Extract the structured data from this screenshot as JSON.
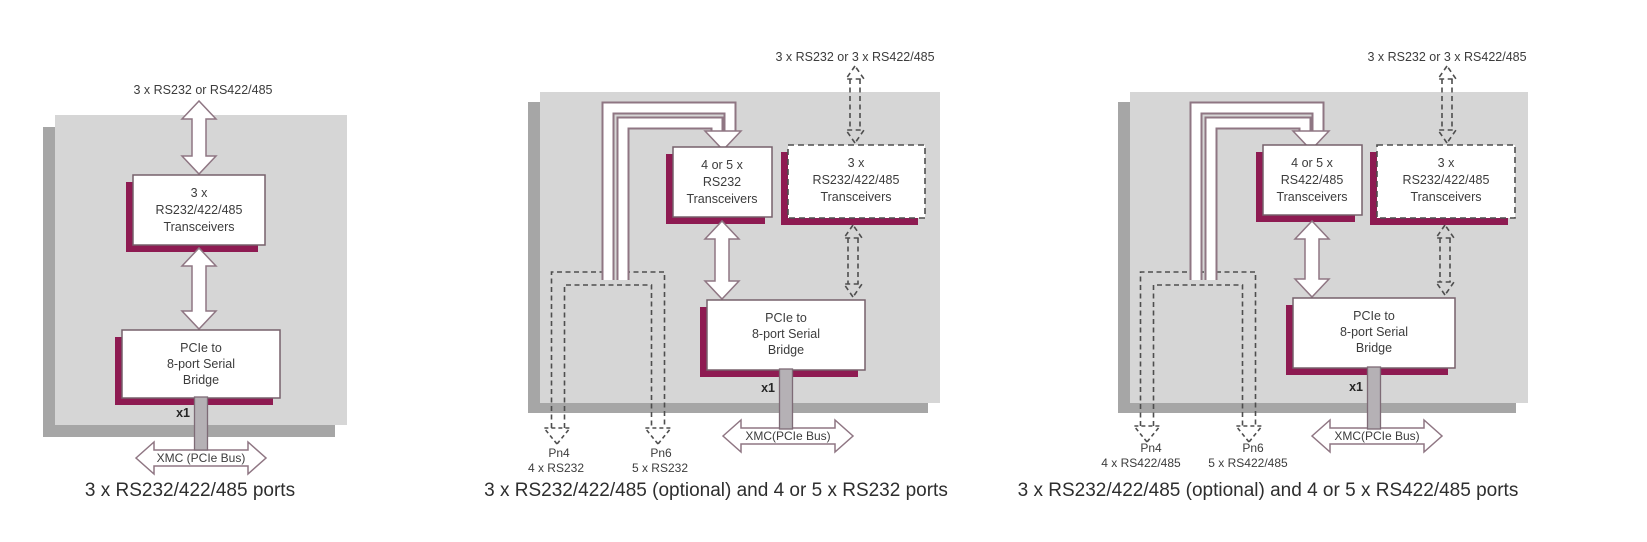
{
  "colors": {
    "board_gray": "#d6d6d6",
    "board_shadow_gray": "#a6a6a6",
    "accent_maroon": "#8e1b52",
    "arrow_outline": "#8f7683",
    "dashed_line": "#4e4e4e",
    "text": "#3c3c3c"
  },
  "diagrams": {
    "left": {
      "top_label": "3 x RS232 or RS422/485",
      "transceivers": [
        "3 x",
        "RS232/422/485",
        "Transceivers"
      ],
      "bridge": [
        "PCIe to",
        "8-port Serial",
        "Bridge"
      ],
      "lane": "x1",
      "xmc": "XMC (PCIe Bus)",
      "caption": "3 x RS232/422/485 ports"
    },
    "middle": {
      "top_label": "3 x RS232 or 3 x RS422/485",
      "transceivers_main": [
        "4 or 5 x",
        "RS232",
        "Transceivers"
      ],
      "transceivers_optional": [
        "3 x",
        "RS232/422/485",
        "Transceivers"
      ],
      "bridge": [
        "PCIe to",
        "8-port Serial",
        "Bridge"
      ],
      "lane": "x1",
      "xmc": "XMC(PCIe Bus)",
      "pn4_name": "Pn4",
      "pn4_detail": "4 x RS232",
      "pn6_name": "Pn6",
      "pn6_detail": "5 x RS232",
      "caption": "3 x RS232/422/485 (optional) and 4 or 5 x RS232 ports"
    },
    "right": {
      "top_label": "3 x RS232 or 3 x RS422/485",
      "transceivers_main": [
        "4 or 5 x",
        "RS422/485",
        "Transceivers"
      ],
      "transceivers_optional": [
        "3 x",
        "RS232/422/485",
        "Transceivers"
      ],
      "bridge": [
        "PCIe to",
        "8-port Serial",
        "Bridge"
      ],
      "lane": "x1",
      "xmc": "XMC(PCIe Bus)",
      "pn4_name": "Pn4",
      "pn4_detail": "4 x RS422/485",
      "pn6_name": "Pn6",
      "pn6_detail": "5 x RS422/485",
      "caption": "3 x RS232/422/485 (optional) and 4 or 5 x RS422/485 ports"
    }
  }
}
